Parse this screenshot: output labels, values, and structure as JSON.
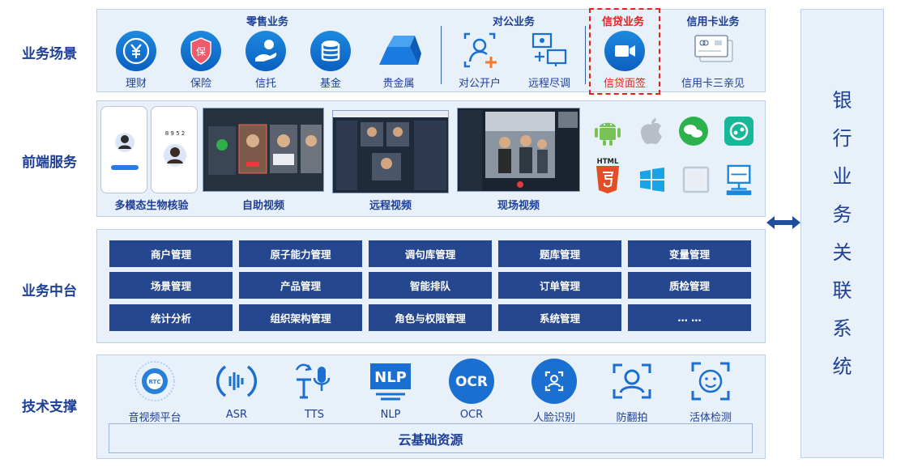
{
  "rows": {
    "scenes": "业务场景",
    "frontend": "前端服务",
    "middle": "业务中台",
    "tech": "技术支撑"
  },
  "categories": {
    "retail": "零售业务",
    "corporate": "对公业务",
    "credit": "信贷业务",
    "card": "信用卡业务"
  },
  "scenes": [
    "理财",
    "保险",
    "信托",
    "基金",
    "贵金属",
    "对公开户",
    "远程尽调",
    "信贷面签",
    "信用卡三亲见"
  ],
  "frontend": [
    "多模态生物核验",
    "自助视频",
    "远程视频",
    "现场视频"
  ],
  "phone_code": "8 9 5 2",
  "platforms": [
    "android-icon",
    "apple-icon",
    "wechat-icon",
    "miniprogram-icon",
    "html5-icon",
    "windows-icon",
    "tablet-icon",
    "desktop-icon"
  ],
  "html5_text": "HTML",
  "modules": [
    [
      "商户管理",
      "原子能力管理",
      "调句库管理",
      "题库管理",
      "变量管理"
    ],
    [
      "场景管理",
      "产品管理",
      "智能排队",
      "订单管理",
      "质检管理"
    ],
    [
      "统计分析",
      "组织架构管理",
      "角色与权限管理",
      "系统管理",
      "… …"
    ]
  ],
  "tech": [
    "音视频平台",
    "ASR",
    "TTS",
    "NLP",
    "OCR",
    "人脸识别",
    "防翻拍",
    "活体检测"
  ],
  "tech_badges": {
    "rtc": "RTC",
    "nlp": "NLP",
    "ocr": "OCR"
  },
  "cloud": "云基础资源",
  "right_title": [
    "银",
    "行",
    "业",
    "务",
    "关",
    "联",
    "系",
    "统"
  ],
  "colors": {
    "brand": "#1d3f96",
    "module": "#24478f",
    "accent": "#0b6fd6",
    "highlight": "#e2231a"
  }
}
